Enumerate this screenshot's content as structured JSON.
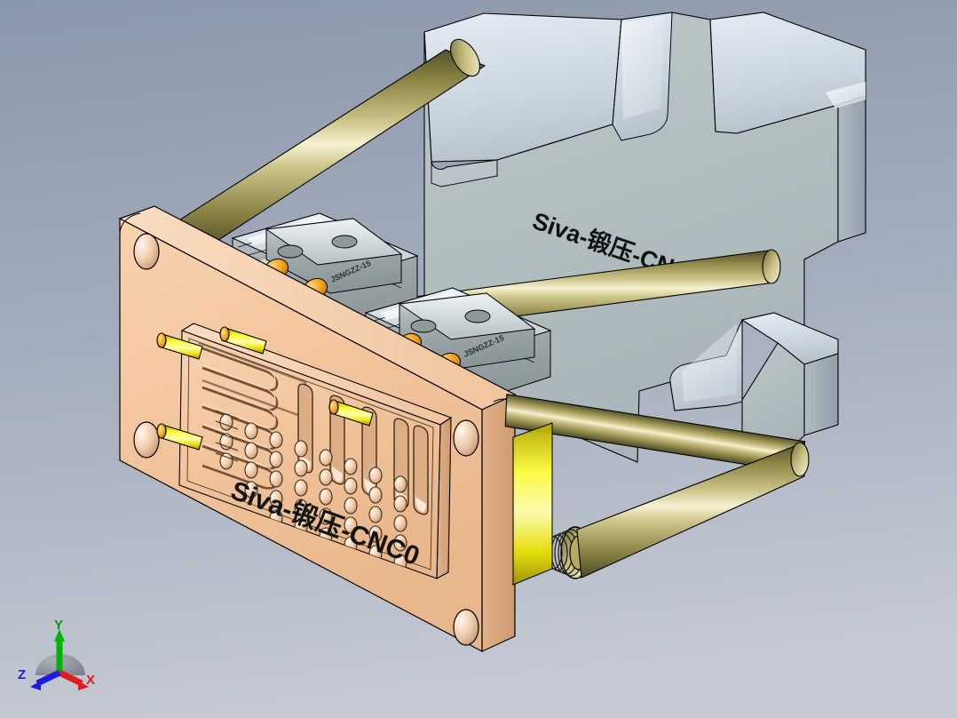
{
  "app": {
    "kind": "cad-3d-viewport",
    "title": "CAD 3D model viewport",
    "background_top": "#8c98ac",
    "background_bottom": "#c3c8d2"
  },
  "view_cube": {
    "name": "triad-axis-indicator",
    "position": "bottom-left",
    "axes": [
      {
        "id": "x",
        "label": "X",
        "color": "#e01b1b",
        "direction": "right-down"
      },
      {
        "id": "y",
        "label": "Y",
        "color": "#00b400",
        "direction": "up"
      },
      {
        "id": "z",
        "label": "Z",
        "color": "#1b1be0",
        "direction": "left-down"
      }
    ],
    "origin_ball_color": "#7a7f88"
  },
  "model": {
    "name": "four-post-die-set-with-cooling-plate",
    "engraved_text_front": "Siva-锻压-CNC0",
    "engraved_text_back": "Siva-锻压-CNC",
    "rail_block_marking": "JSNGZZ-15",
    "materials": {
      "copper_plate_face": "#f3c49d",
      "copper_plate_side": "#d9a87e",
      "copper_plate_top": "#f7d6b5",
      "steel_plate_face": "#b3bfc2",
      "steel_plate_top": "#d5dee8",
      "steel_plate_edge": "#9fadb8",
      "brass_rod_dark": "#6f6a35",
      "brass_rod_mid": "#b8ad63",
      "brass_rod_light": "#f2edc4",
      "yellow_pin": "#ffff2e",
      "yellow_pin_end": "#f5a623",
      "rail_grey": "#9aa3a6",
      "rail_light": "#e9eef0",
      "roller_orange": "#f5a21c",
      "outline": "#000000"
    },
    "parts": [
      {
        "id": "front-plate",
        "label": "Front copper mounting plate",
        "material": "copper",
        "corner_holes": 4
      },
      {
        "id": "back-plate",
        "label": "Rear steel notched plate",
        "material": "steel",
        "notches": 4
      },
      {
        "id": "guide-rods",
        "label": "Brass guide rods",
        "material": "brass",
        "count": 4
      },
      {
        "id": "threaded-collar",
        "label": "Threaded brass collar",
        "material": "brass",
        "thread_turns": 6
      },
      {
        "id": "cooling-plate",
        "label": "Raised cooling / vent plate",
        "material": "copper"
      },
      {
        "id": "linear-rails",
        "label": "Linear guide rail carriages",
        "material": "steel",
        "count": 2
      },
      {
        "id": "dowel-pins",
        "label": "Yellow dowel pins",
        "material": "brass",
        "count": 4
      }
    ],
    "cooling_plate_features": {
      "serpentine_channels": 8,
      "slot_count": 7,
      "hole_rows": 6,
      "hole_cols": 8
    }
  }
}
